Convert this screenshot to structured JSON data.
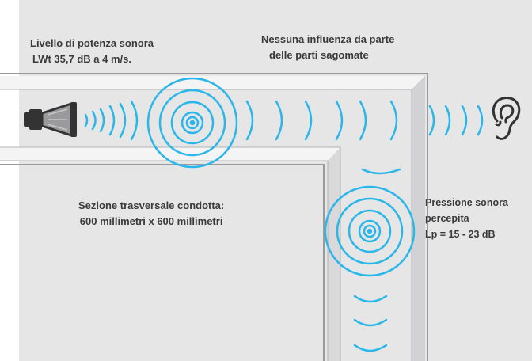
{
  "labels": {
    "sound_power_line1": "Livello di potenza sonora",
    "sound_power_line2": "LWt 35,7 dB a 4 m/s.",
    "no_influence_line1": "Nessuna influenza da parte",
    "no_influence_line2": "delle parti sagomate",
    "duct_section_line1": "Sezione trasversale condotta:",
    "duct_section_line2": "600 millimetri x 600 millimetri",
    "perceived_pressure_line1": "Pressione sonora",
    "perceived_pressure_line2": "percepita",
    "perceived_pressure_line3": "Lp = 15 - 23 dB"
  },
  "icons": {
    "source": "loudspeaker-icon",
    "receiver": "ear-icon"
  },
  "colors": {
    "background": "#e6e6e7",
    "wave": "#29b6e8",
    "duct_wall": "#9a9a9c",
    "text": "#3a3a3a",
    "icon": "#333333"
  }
}
